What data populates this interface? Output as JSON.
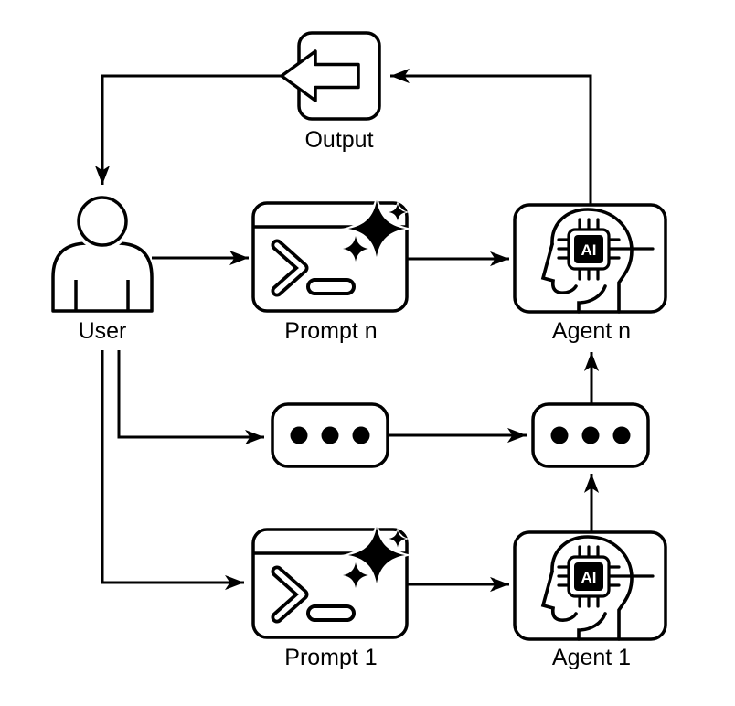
{
  "diagram": {
    "background_color": "#ffffff",
    "line_color": "#000000",
    "nodes": {
      "output": {
        "label": "Output",
        "icon": "export-left-arrow-icon"
      },
      "user": {
        "label": "User",
        "icon": "person-icon"
      },
      "prompt_n": {
        "label": "Prompt n",
        "icon": "terminal-sparkle-icon"
      },
      "agent_n": {
        "label": "Agent n",
        "icon": "ai-head-chip-icon",
        "chip_label": "AI"
      },
      "ellipsis_left": {
        "icon": "three-dots-icon"
      },
      "ellipsis_right": {
        "icon": "three-dots-icon"
      },
      "prompt_1": {
        "label": "Prompt 1",
        "icon": "terminal-sparkle-icon"
      },
      "agent_1": {
        "label": "Agent 1",
        "icon": "ai-head-chip-icon",
        "chip_label": "AI"
      }
    },
    "edges": [
      {
        "from": "user",
        "to": "prompt_n"
      },
      {
        "from": "prompt_n",
        "to": "agent_n"
      },
      {
        "from": "agent_n",
        "to": "output"
      },
      {
        "from": "output",
        "to": "user"
      },
      {
        "from": "user",
        "to": "ellipsis_left"
      },
      {
        "from": "ellipsis_left",
        "to": "ellipsis_right"
      },
      {
        "from": "ellipsis_right",
        "to": "agent_n"
      },
      {
        "from": "user",
        "to": "prompt_1"
      },
      {
        "from": "prompt_1",
        "to": "agent_1"
      },
      {
        "from": "agent_1",
        "to": "ellipsis_right"
      }
    ]
  }
}
